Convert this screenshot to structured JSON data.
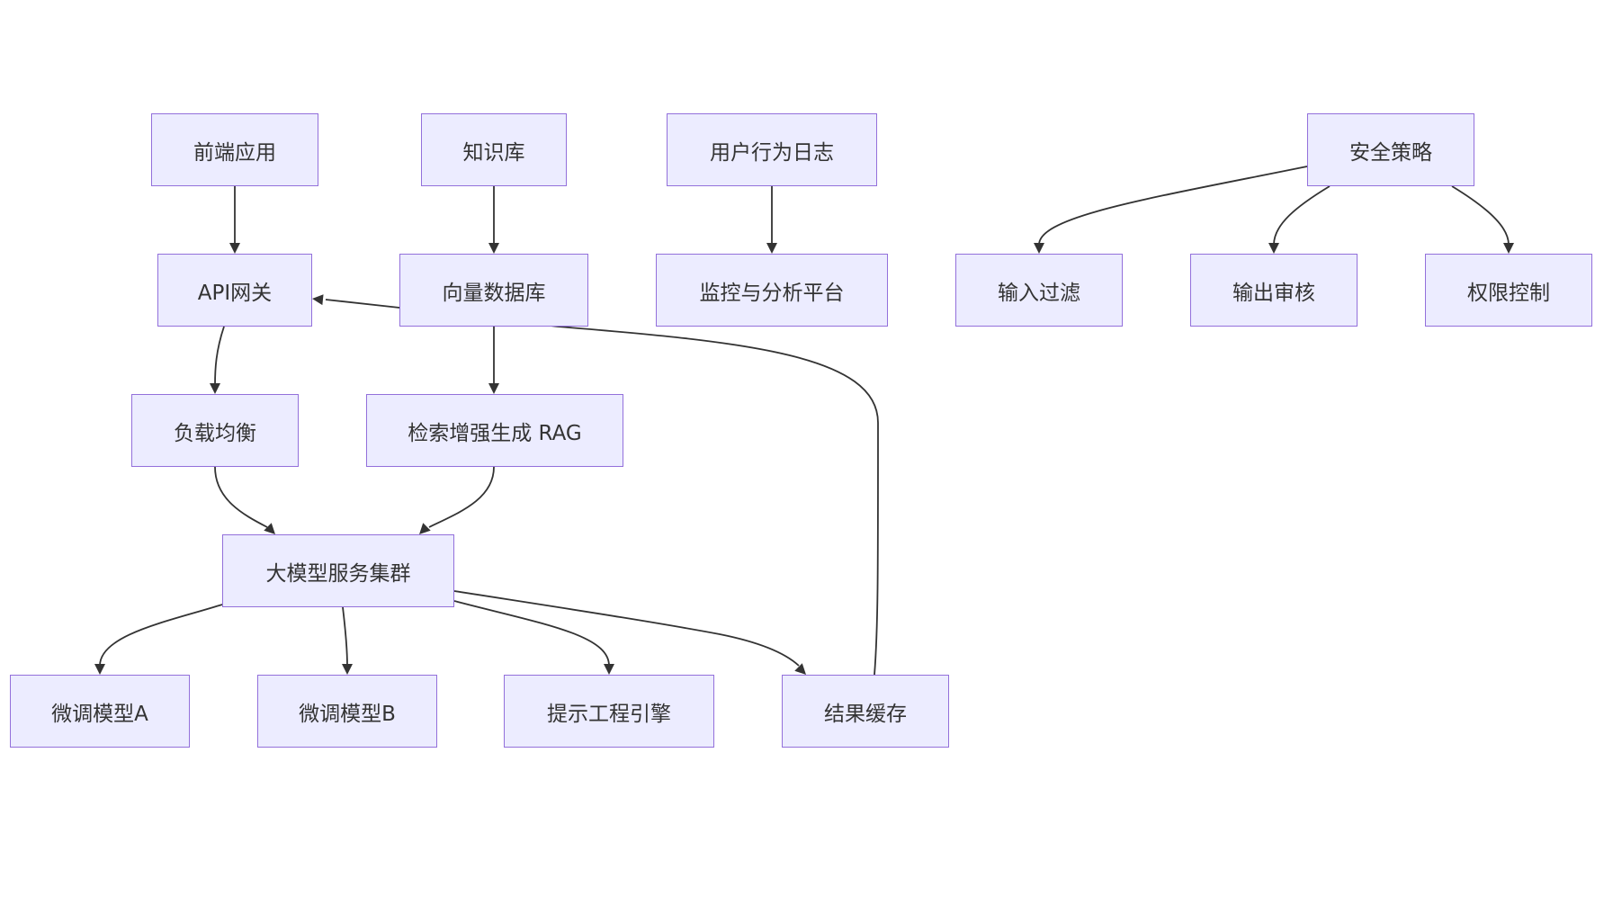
{
  "diagram": {
    "colors": {
      "node_fill": "#ececff",
      "node_border": "#9370db",
      "edge": "#333333",
      "text": "#333333"
    },
    "nodes": [
      {
        "id": "frontend",
        "label": "前端应用"
      },
      {
        "id": "kb",
        "label": "知识库"
      },
      {
        "id": "userlog",
        "label": "用户行为日志"
      },
      {
        "id": "security",
        "label": "安全策略"
      },
      {
        "id": "gateway",
        "label": "API网关"
      },
      {
        "id": "vectordb",
        "label": "向量数据库"
      },
      {
        "id": "monitor",
        "label": "监控与分析平台"
      },
      {
        "id": "inputfilter",
        "label": "输入过滤"
      },
      {
        "id": "outaudit",
        "label": "输出审核"
      },
      {
        "id": "permission",
        "label": "权限控制"
      },
      {
        "id": "lb",
        "label": "负载均衡"
      },
      {
        "id": "rag",
        "label": "检索增强生成 RAG"
      },
      {
        "id": "llm",
        "label": "大模型服务集群"
      },
      {
        "id": "ftA",
        "label": "微调模型A"
      },
      {
        "id": "ftB",
        "label": "微调模型B"
      },
      {
        "id": "prompt",
        "label": "提示工程引擎"
      },
      {
        "id": "cache",
        "label": "结果缓存"
      }
    ],
    "edges": [
      {
        "from": "frontend",
        "to": "gateway"
      },
      {
        "from": "kb",
        "to": "vectordb"
      },
      {
        "from": "userlog",
        "to": "monitor"
      },
      {
        "from": "security",
        "to": "inputfilter"
      },
      {
        "from": "security",
        "to": "outaudit"
      },
      {
        "from": "security",
        "to": "permission"
      },
      {
        "from": "gateway",
        "to": "lb"
      },
      {
        "from": "vectordb",
        "to": "rag"
      },
      {
        "from": "lb",
        "to": "llm"
      },
      {
        "from": "rag",
        "to": "llm"
      },
      {
        "from": "llm",
        "to": "ftA"
      },
      {
        "from": "llm",
        "to": "ftB"
      },
      {
        "from": "llm",
        "to": "prompt"
      },
      {
        "from": "llm",
        "to": "cache"
      },
      {
        "from": "cache",
        "to": "gateway"
      }
    ]
  }
}
